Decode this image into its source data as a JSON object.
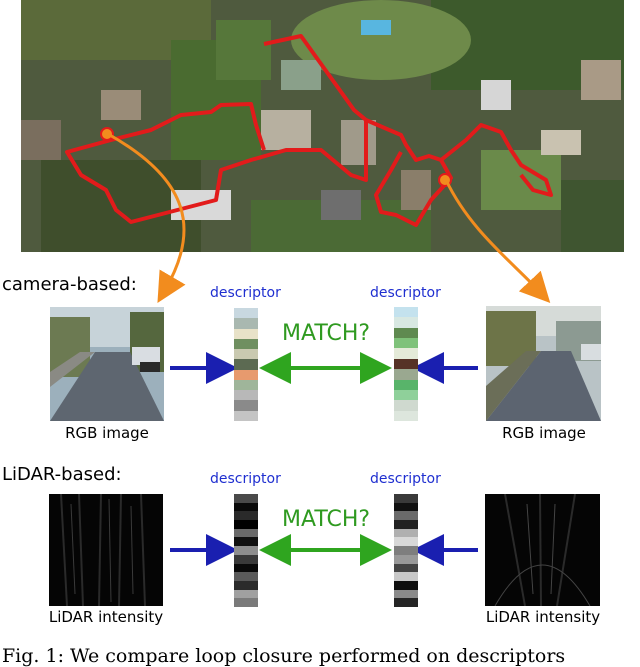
{
  "labels": {
    "camera_based": "camera-based:",
    "lidar_based": "LiDAR-based:",
    "descriptor": "descriptor",
    "match": "MATCH?",
    "rgb_image": "RGB image",
    "lidar_intensity": "LiDAR intensity"
  },
  "caption": "Fig. 1: We compare loop closure performed on descriptors",
  "colors": {
    "route": "#e21b1b",
    "orange_arrow": "#f28c1e",
    "blue_arrow": "#1a1fb0",
    "green_arrow": "#2fa51f"
  },
  "descriptors": {
    "camera_left": [
      "#c8d8e0",
      "#a9b8b0",
      "#e8e2c8",
      "#6f8f60",
      "#c9c9b0",
      "#5c6a52",
      "#e79a6e",
      "#9fb59a",
      "#b8b8b8",
      "#8a8a8a",
      "#c4c4c4"
    ],
    "camera_right": [
      "#c4e2ee",
      "#d8e8e2",
      "#5f8a50",
      "#7fc27a",
      "#e4ead8",
      "#563226",
      "#9aa890",
      "#58b46a",
      "#8fd09a",
      "#cfd9cf",
      "#dde6dd"
    ],
    "lidar_left": [
      "#4a4a4a",
      "#0a0a0a",
      "#2a2a2a",
      "#000000",
      "#6a6a6a",
      "#111111",
      "#8e8e8e",
      "#3a3a3a",
      "#0a0a0a",
      "#5a5a5a",
      "#2b2b2b",
      "#a0a0a0",
      "#7a7a7a"
    ],
    "lidar_right": [
      "#3a3a3a",
      "#111111",
      "#6a6a6a",
      "#222222",
      "#b0b0b0",
      "#d8d8d8",
      "#7e7e7e",
      "#999999",
      "#444444",
      "#c8c8c8",
      "#0f0f0f",
      "#8a8a8a",
      "#252525"
    ]
  }
}
